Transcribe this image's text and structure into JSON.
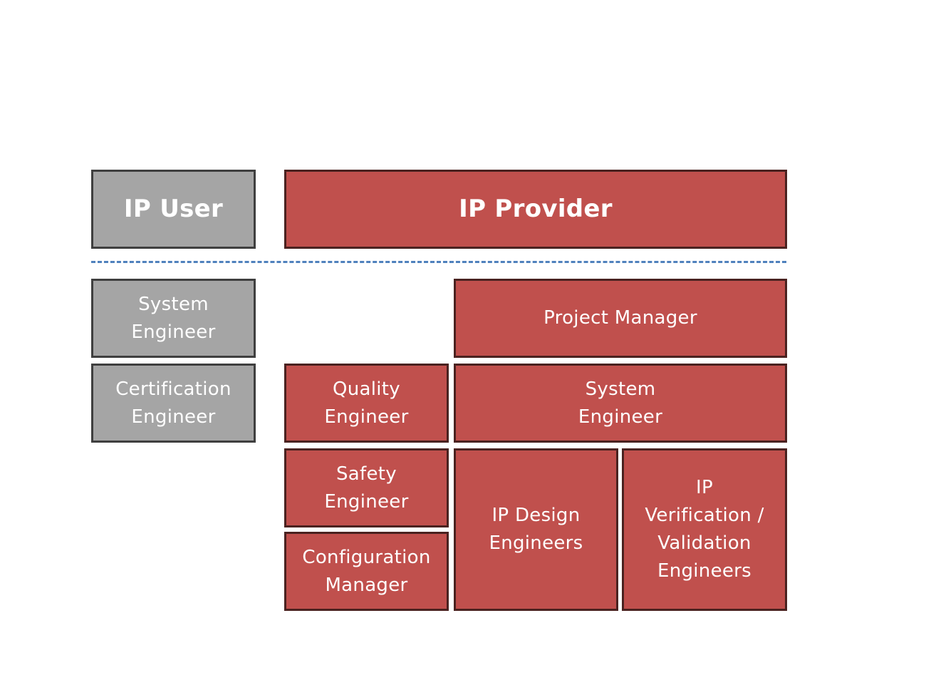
{
  "headers": {
    "ip_user": "IP User",
    "ip_provider": "IP Provider"
  },
  "ip_user_roles": {
    "system_engineer": "System\nEngineer",
    "certification_engineer": "Certification\nEngineer"
  },
  "ip_provider_roles": {
    "project_manager": "Project Manager",
    "quality_engineer": "Quality\nEngineer",
    "system_engineer": "System\nEngineer",
    "safety_engineer": "Safety\nEngineer",
    "configuration_manager": "Configuration\nManager",
    "ip_design_engineers": "IP Design\nEngineers",
    "ip_verification_validation_engineers": "IP\nVerification /\nValidation\nEngineers"
  },
  "colors": {
    "ip_user_fill": "#a5a5a5",
    "ip_provider_fill": "#c0504d",
    "divider": "#4f81bd"
  }
}
